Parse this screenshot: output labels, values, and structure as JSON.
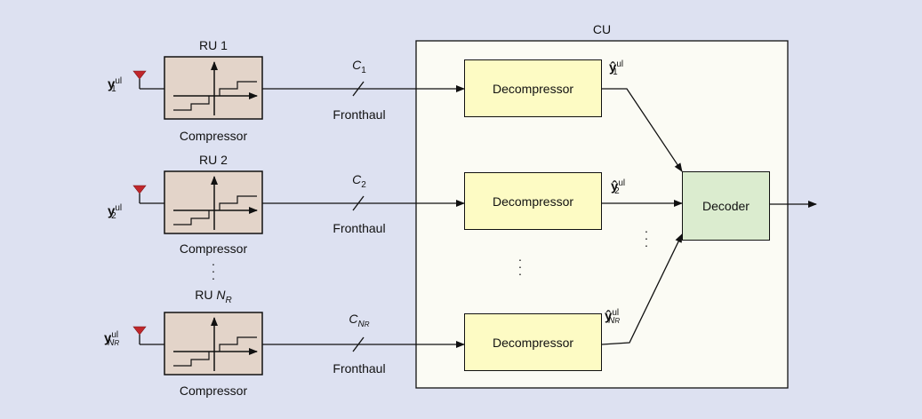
{
  "cu": {
    "title": "CU"
  },
  "rus": [
    {
      "title_prefix": "RU",
      "title_index": "1",
      "title_index_sub": "",
      "block_label": "Compressor",
      "signal": {
        "base": "y",
        "sup": "ul",
        "sub": "1",
        "sub_sub": ""
      },
      "capacity": {
        "base": "C",
        "sub": "1",
        "sub_sub": ""
      },
      "link_label": "Fronthaul"
    },
    {
      "title_prefix": "RU",
      "title_index": "2",
      "title_index_sub": "",
      "block_label": "Compressor",
      "signal": {
        "base": "y",
        "sup": "ul",
        "sub": "2",
        "sub_sub": ""
      },
      "capacity": {
        "base": "C",
        "sub": "2",
        "sub_sub": ""
      },
      "link_label": "Fronthaul"
    },
    {
      "title_prefix": "RU",
      "title_index": "N",
      "title_index_sub": "R",
      "block_label": "Compressor",
      "signal": {
        "base": "y",
        "sup": "ul",
        "sub": "N",
        "sub_sub": "R"
      },
      "capacity": {
        "base": "C",
        "sub": "N",
        "sub_sub": "R"
      },
      "link_label": "Fronthaul"
    }
  ],
  "decompressors": [
    {
      "label": "Decompressor",
      "output": {
        "base": "ŷ",
        "sup": "ul",
        "sub": "1",
        "sub_sub": ""
      }
    },
    {
      "label": "Decompressor",
      "output": {
        "base": "ŷ",
        "sup": "ul",
        "sub": "2",
        "sub_sub": ""
      }
    },
    {
      "label": "Decompressor",
      "output": {
        "base": "ŷ",
        "sup": "ul",
        "sub": "N",
        "sub_sub": "R"
      }
    }
  ],
  "decoder": {
    "label": "Decoder"
  },
  "colors": {
    "background": "#dde1f1",
    "compressor_fill": "#e3d4c9",
    "decompressor_fill": "#fdfbc4",
    "decoder_fill": "#dbeccf",
    "cu_fill": "#fbfbf4",
    "antenna": "#c0262b"
  },
  "icons": {
    "antenna": "antenna-icon",
    "quantizer": "quantizer-icon"
  }
}
